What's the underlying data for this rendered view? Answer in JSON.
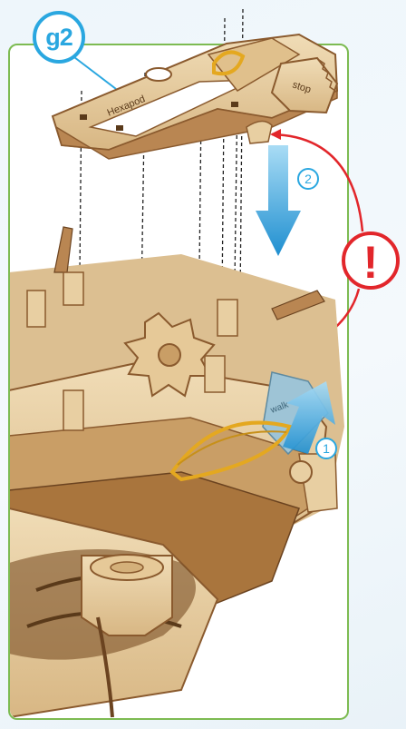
{
  "step": {
    "label": "g2"
  },
  "parts": {
    "plate_label": "Hexapod",
    "lever_label": "stop",
    "slider_label": "walk"
  },
  "callouts": {
    "step_1": "1",
    "step_2": "2",
    "warning_symbol": "!"
  },
  "colors": {
    "frame_border": "#7dbb52",
    "accent_blue": "#2aa7e0",
    "warning_red": "#e2262b",
    "wood": "#e8cfa2",
    "wood_edge": "#8a5a2e",
    "rubber_band": "#e4a820"
  },
  "icons": {
    "arrow_down": "arrow-down-icon",
    "arrow_up": "arrow-up-icon",
    "warning": "warning-icon"
  }
}
